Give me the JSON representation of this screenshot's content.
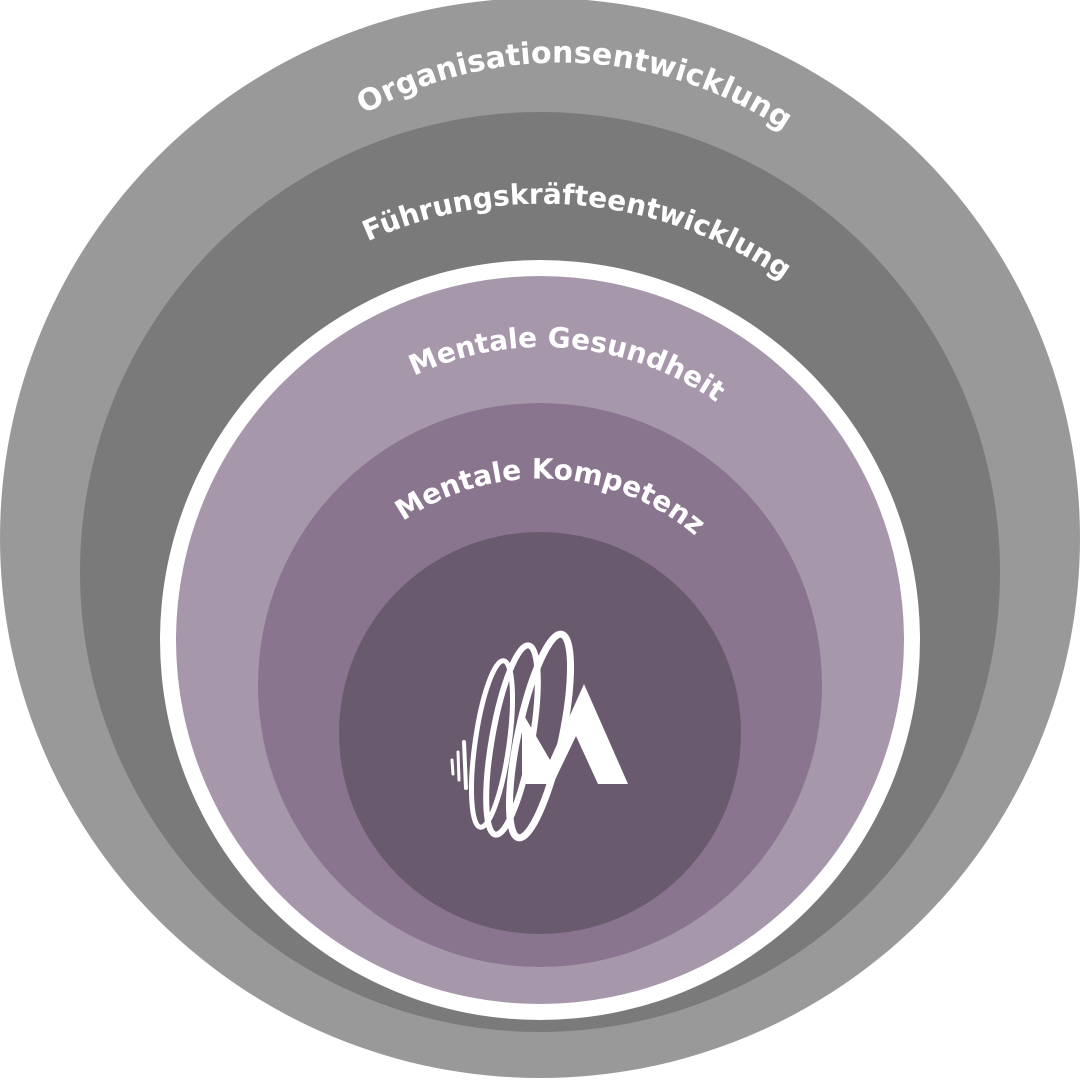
{
  "layers": [
    {
      "id": "organisation",
      "label": "Organisationsentwicklung",
      "color": "#999999"
    },
    {
      "id": "fuehrung",
      "label": "Führungskräfteentwicklung",
      "color": "#7a7a7a"
    },
    {
      "id": "gesundheit",
      "label": "Mentale Gesundheit",
      "color": "#a697ab"
    },
    {
      "id": "kompetenz",
      "label": "Mentale Kompetenz",
      "color": "#8a758f"
    },
    {
      "id": "kern",
      "label": "",
      "color": "#6a5a6d"
    }
  ],
  "separator_color": "#ffffff",
  "logo": {
    "icon": "m-logo-icon",
    "color": "#ffffff"
  }
}
